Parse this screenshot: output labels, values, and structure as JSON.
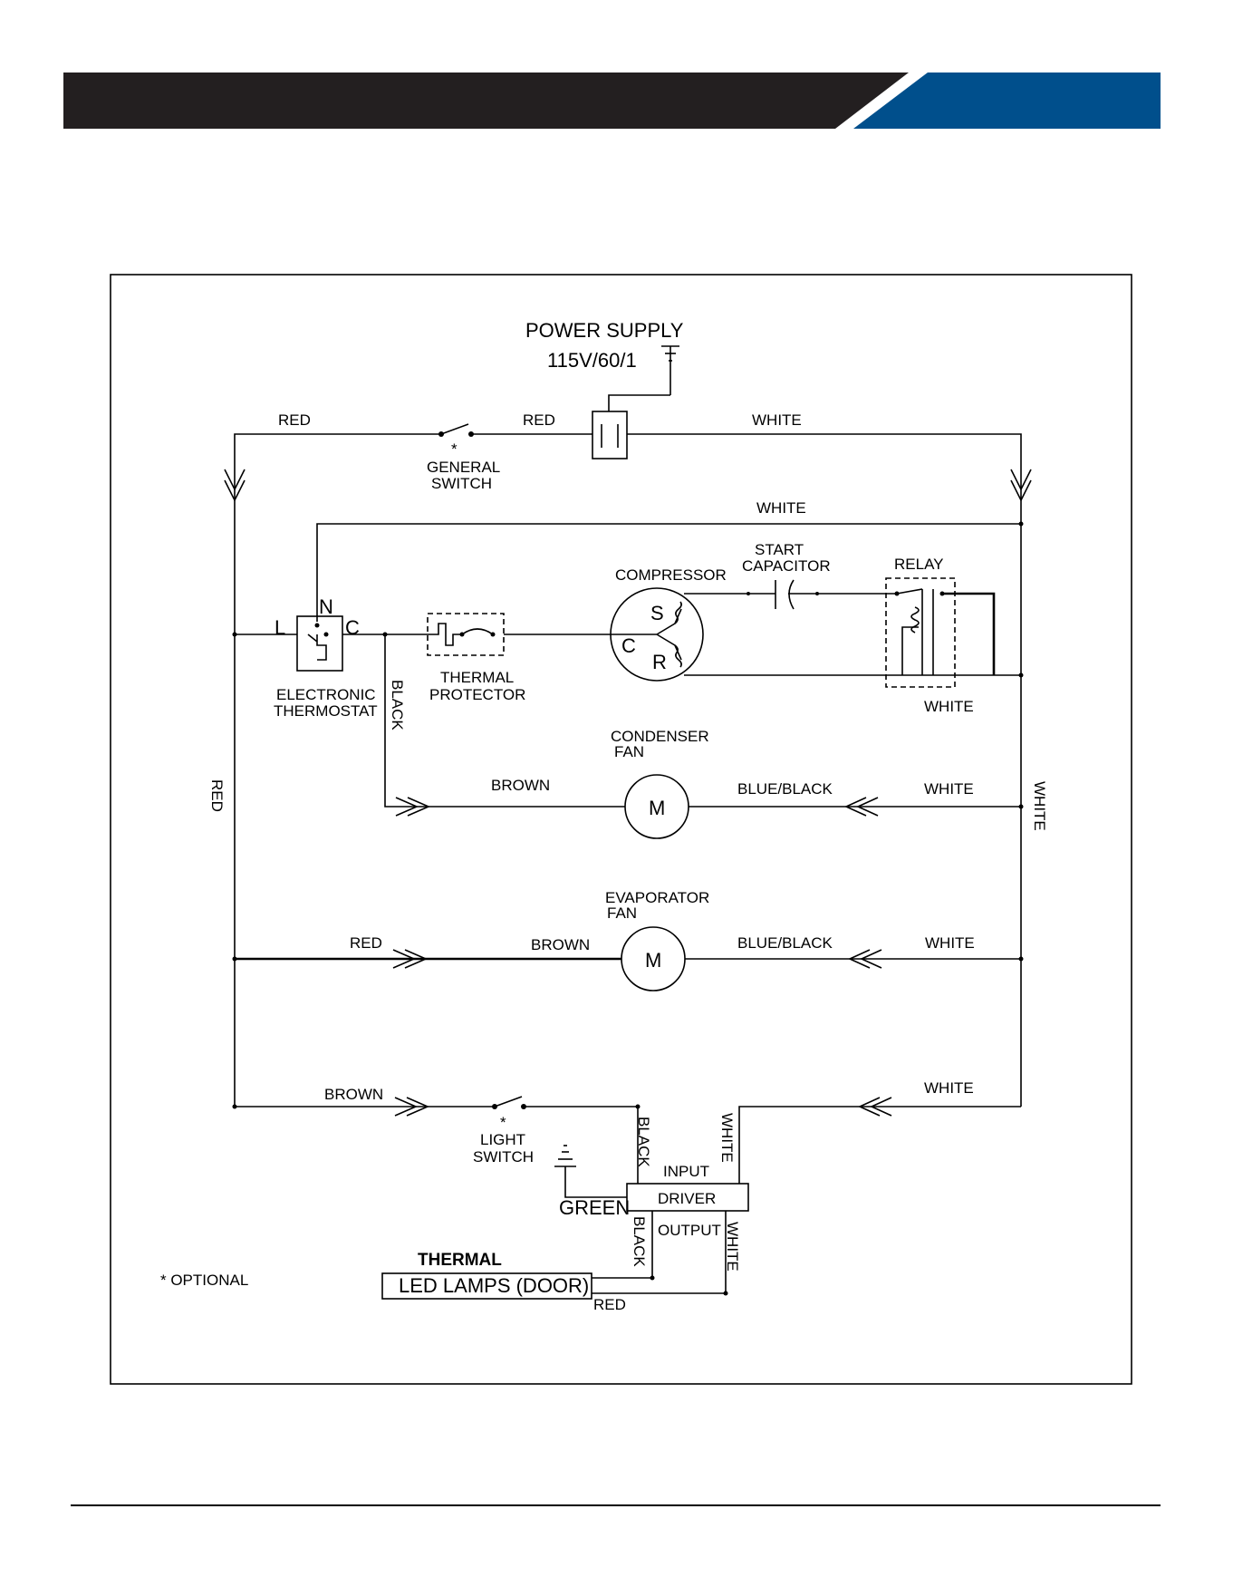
{
  "header": {
    "band_color": "#231f20",
    "accent_color": "#004f8c"
  },
  "diagram": {
    "power_supply": {
      "title": "POWER SUPPLY",
      "spec": "115V/60/1"
    },
    "wires": {
      "red_top_left": "RED",
      "red_top_mid": "RED",
      "white_top": "WHITE",
      "white_second": "WHITE",
      "red_vertical": "RED",
      "white_vertical": "WHITE",
      "black_thermostat": "BLACK",
      "white_relay": "WHITE",
      "brown_condenser": "BROWN",
      "blue_black_condenser": "BLUE/BLACK",
      "white_condenser": "WHITE",
      "red_evaporator": "RED",
      "brown_evaporator": "BROWN",
      "blue_black_evaporator": "BLUE/BLACK",
      "white_evaporator": "WHITE",
      "brown_light": "BROWN",
      "white_light": "WHITE",
      "black_input": "BLACK",
      "white_input": "WHITE",
      "black_output": "BLACK",
      "white_output": "WHITE",
      "green_ground": "GREEN",
      "red_led": "RED"
    },
    "components": {
      "general_switch_marker": "*",
      "general_switch_line1": "GENERAL",
      "general_switch_line2": "SWITCH",
      "compressor": "COMPRESSOR",
      "compressor_s": "S",
      "compressor_c": "C",
      "compressor_r": "R",
      "start_capacitor_line1": "START",
      "start_capacitor_line2": "CAPACITOR",
      "relay": "RELAY",
      "thermostat_l": "L",
      "thermostat_n": "N",
      "thermostat_c": "C",
      "thermostat_line1": "ELECTRONIC",
      "thermostat_line2": "THERMOSTAT",
      "thermal_protector_line1": "THERMAL",
      "thermal_protector_line2": "PROTECTOR",
      "condenser_fan_line1": "CONDENSER",
      "condenser_fan_line2": "FAN",
      "condenser_motor": "M",
      "evaporator_fan_line1": "EVAPORATOR",
      "evaporator_fan_line2": "FAN",
      "evaporator_motor": "M",
      "light_switch_marker": "*",
      "light_switch_line1": "LIGHT",
      "light_switch_line2": "SWITCH",
      "driver_input": "INPUT",
      "driver": "DRIVER",
      "driver_output": "OUTPUT",
      "thermal_heading": "THERMAL",
      "led_lamps": "LED LAMPS (DOOR)"
    },
    "legend_optional": "* OPTIONAL"
  }
}
